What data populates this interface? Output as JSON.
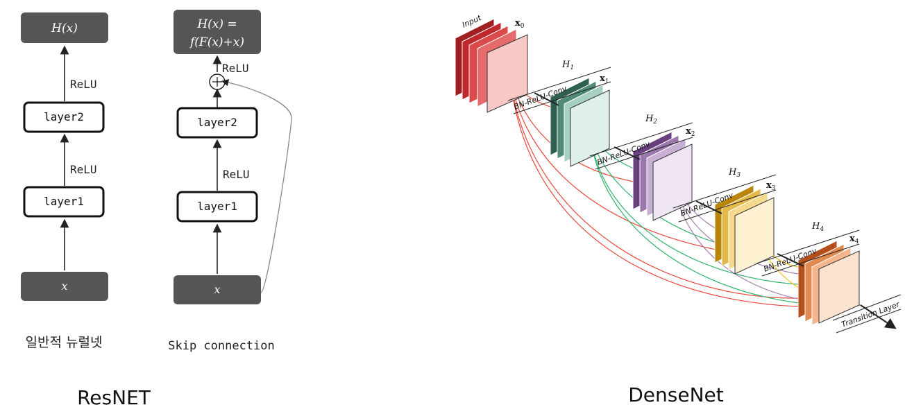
{
  "resnet": {
    "plain": {
      "output_label": "H(x)",
      "relu_top": "ReLU",
      "layer2": "layer2",
      "relu_mid": "ReLU",
      "layer1": "layer1",
      "input_label": "x",
      "caption": "일반적 뉴럴넷"
    },
    "skip": {
      "output_line1": "H(x) =",
      "output_line2": "f(F(x)+x)",
      "relu_top": "ReLU",
      "layer2": "layer2",
      "relu_mid": "ReLU",
      "layer1": "layer1",
      "input_label": "x",
      "caption": "Skip connection"
    },
    "title": "ResNET"
  },
  "densenet": {
    "title": "DenseNet",
    "input_label": "Input",
    "x_labels": [
      "x",
      "x",
      "x",
      "x",
      "x"
    ],
    "x_subs": [
      "0",
      "1",
      "2",
      "3",
      "4"
    ],
    "h_labels": [
      "H",
      "H",
      "H",
      "H"
    ],
    "h_subs": [
      "1",
      "2",
      "3",
      "4"
    ],
    "conv_labels": [
      "BN-ReLU-Conv",
      "BN-ReLU-Conv",
      "BN-ReLU-Conv",
      "BN-ReLU-Conv"
    ],
    "transition_label": "Transition Layer",
    "colors": {
      "block0": "#c0282d",
      "block1": "#3e7a68",
      "block2": "#7a4f8e",
      "block3": "#c79a20",
      "block4": "#d4692a",
      "link_red": "#e8473a",
      "link_green": "#2fb36b",
      "link_purple": "#a77fb0",
      "link_yellow": "#f0c419"
    }
  }
}
